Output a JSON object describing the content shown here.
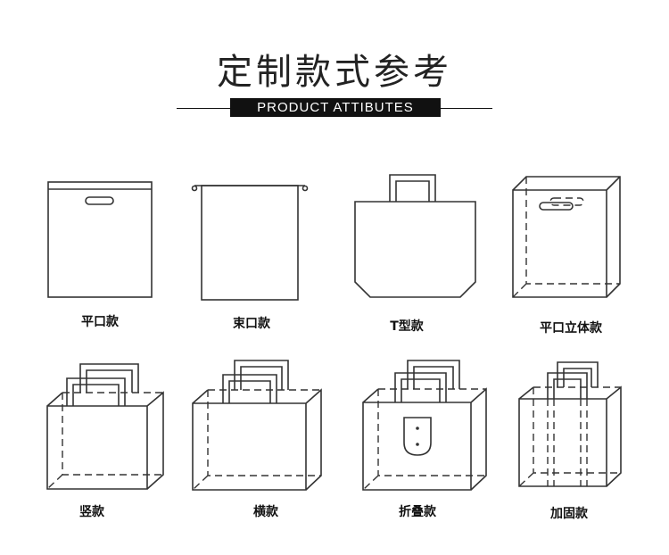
{
  "header": {
    "title": "定制款式参考",
    "subtitle": "PRODUCT ATTIBUTES"
  },
  "bags": [
    {
      "label": "平口款"
    },
    {
      "label": "束口款"
    },
    {
      "label": "T型款"
    },
    {
      "label": "平口立体款"
    },
    {
      "label": "竖款"
    },
    {
      "label": "横款"
    },
    {
      "label": "折叠款"
    },
    {
      "label": "加固款"
    }
  ]
}
